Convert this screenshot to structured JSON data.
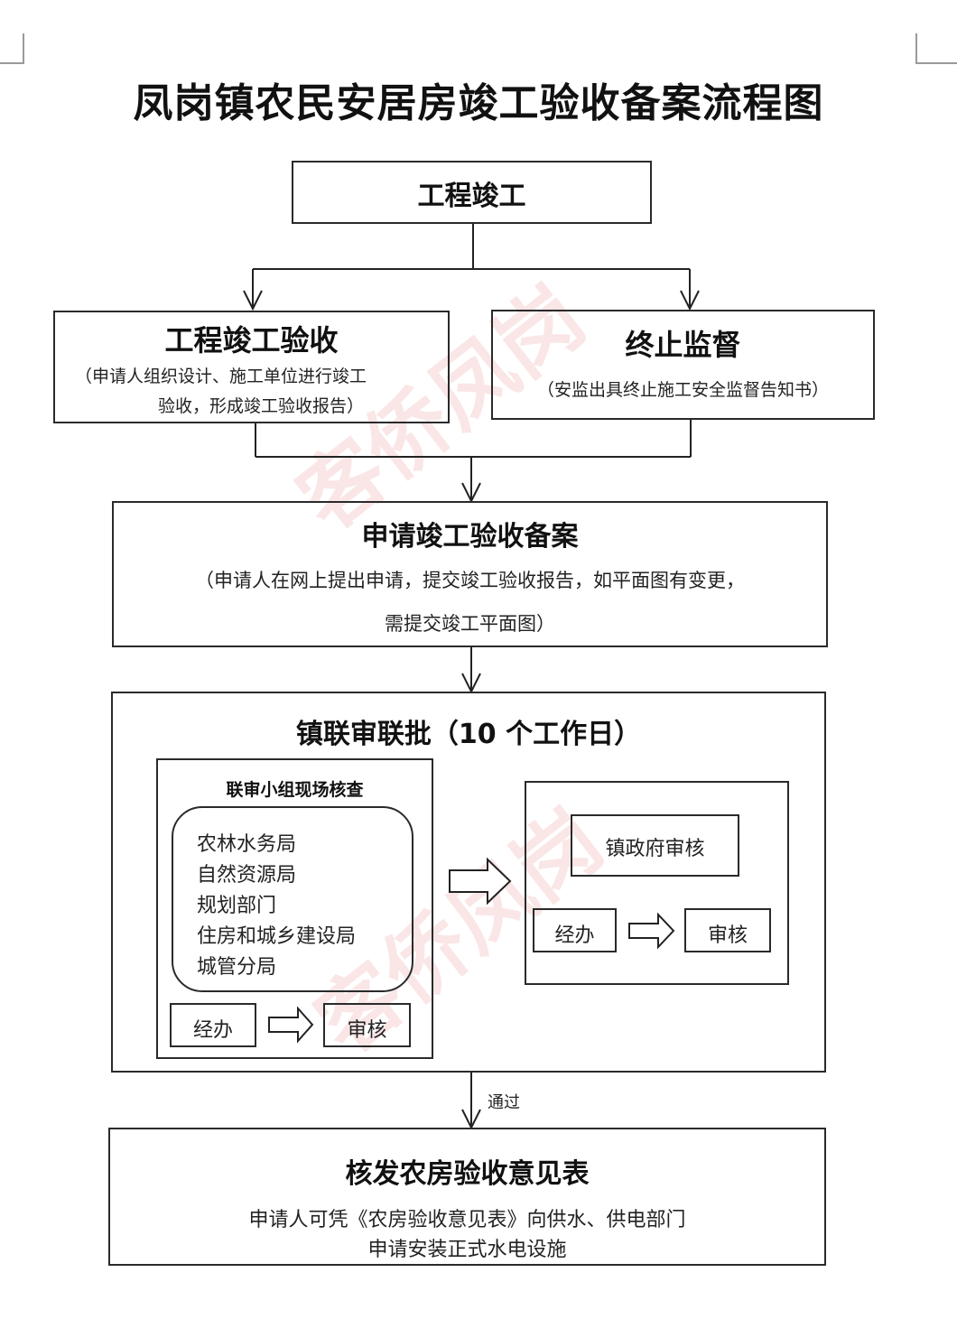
{
  "title": "凤岗镇农民安居房竣工验收备案流程图",
  "watermark": "客侨凤岗",
  "nodes": {
    "project_completion": {
      "title": "工程竣工"
    },
    "completion_acceptance": {
      "title": "工程竣工验收",
      "desc_line1": "（申请人组织设计、施工单位进行竣工",
      "desc_line2": "验收，形成竣工验收报告）"
    },
    "terminate_supervision": {
      "title": "终止监督",
      "desc": "（安监出具终止施工安全监督告知书）"
    },
    "apply_filing": {
      "title": "申请竣工验收备案",
      "desc_line1": "（申请人在网上提出申请，提交竣工验收报告，如平面图有变更，",
      "desc_line2": "需提交竣工平面图）"
    },
    "town_joint_review": {
      "title": "镇联审联批（10 个工作日）",
      "onsite_group": {
        "title": "联审小组现场核查",
        "departments": [
          "农林水务局",
          "自然资源局",
          "规划部门",
          "住房和城乡建设局",
          "城管分局"
        ],
        "handle": "经办",
        "review": "审核"
      },
      "town_gov": {
        "title": "镇政府审核",
        "handle": "经办",
        "review": "审核"
      }
    },
    "issue_opinion": {
      "title": "核发农房验收意见表",
      "desc_line1": "申请人可凭《农房验收意见表》向供水、供电部门",
      "desc_line2": "申请安装正式水电设施"
    }
  },
  "edges": {
    "pass_label": "通过"
  },
  "colors": {
    "line": "#222222",
    "watermark": "#dc3c3c"
  }
}
